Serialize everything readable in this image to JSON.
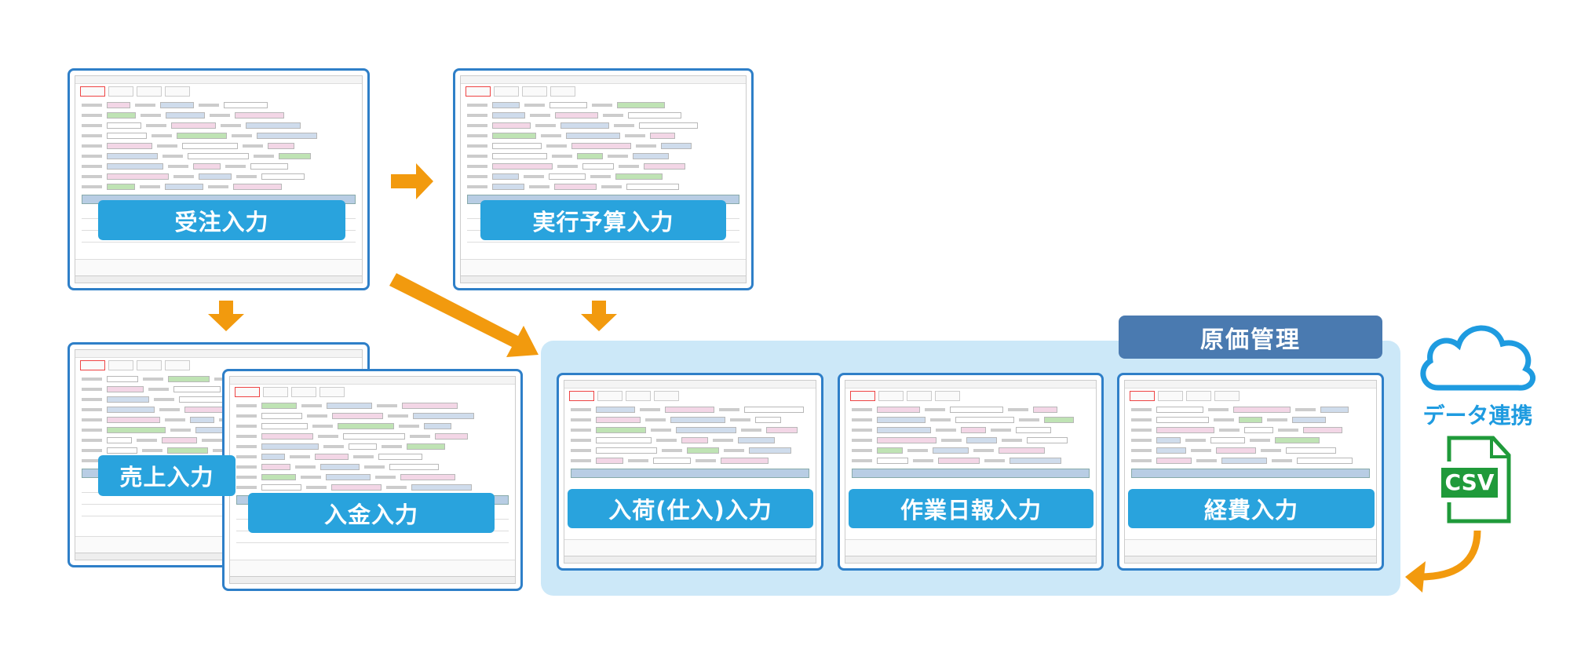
{
  "group": {
    "title": "原価管理"
  },
  "screens": [
    {
      "id": "order",
      "label": "受注入力"
    },
    {
      "id": "budget",
      "label": "実行予算入力"
    },
    {
      "id": "sales",
      "label": "売上入力"
    },
    {
      "id": "payment",
      "label": "入金入力"
    },
    {
      "id": "purchase",
      "label": "入荷(仕入)入力"
    },
    {
      "id": "daily",
      "label": "作業日報入力"
    },
    {
      "id": "expense",
      "label": "経費入力"
    }
  ],
  "integration": {
    "label": "データ連携",
    "file_badge": "CSV",
    "icons": [
      "cloud-icon",
      "csv-file-icon"
    ]
  },
  "colors": {
    "label_bg": "#29a3dd",
    "window_border": "#2e7fc8",
    "arrow": "#f29a0e",
    "panel_bg": "#cce8f8",
    "panel_head": "#4a7ab0",
    "csv_green": "#1f9a3a",
    "cloud": "#1e9be0"
  }
}
